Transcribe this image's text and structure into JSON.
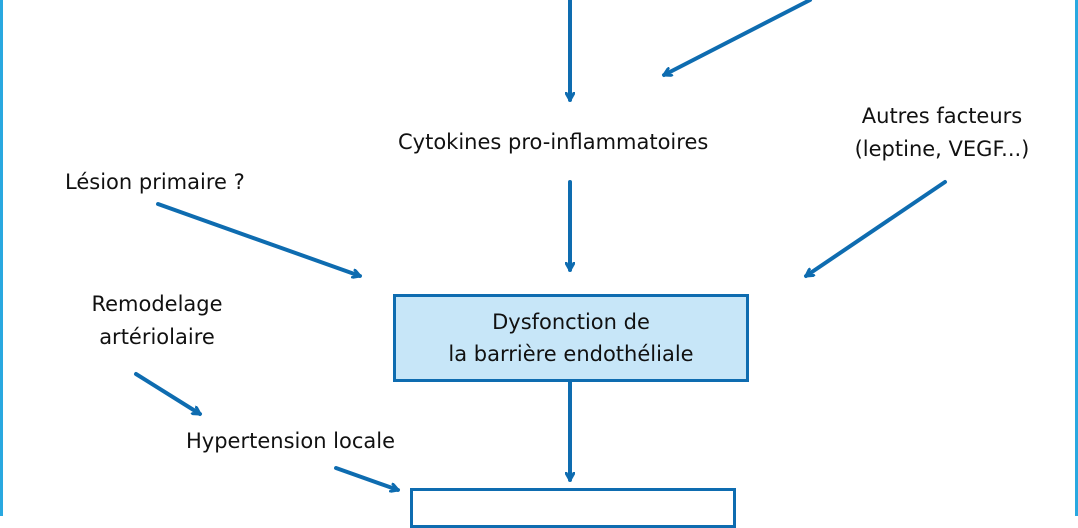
{
  "colors": {
    "arrow": "#0e6cb0",
    "frame": "#29a8e0",
    "box_fill": "#c7e6f8",
    "text": "#111111"
  },
  "nodes": {
    "cytokines": "Cytokines pro-inflammatoires",
    "autres_line1": "Autres facteurs",
    "autres_line2": "(leptine, VEGF...)",
    "lesion": "Lésion primaire ?",
    "remodelage_line1": "Remodelage",
    "remodelage_line2": "artériolaire",
    "hypertension": "Hypertension locale",
    "dysfonction_line1": "Dysfonction de",
    "dysfonction_line2": "la barrière endothéliale"
  }
}
